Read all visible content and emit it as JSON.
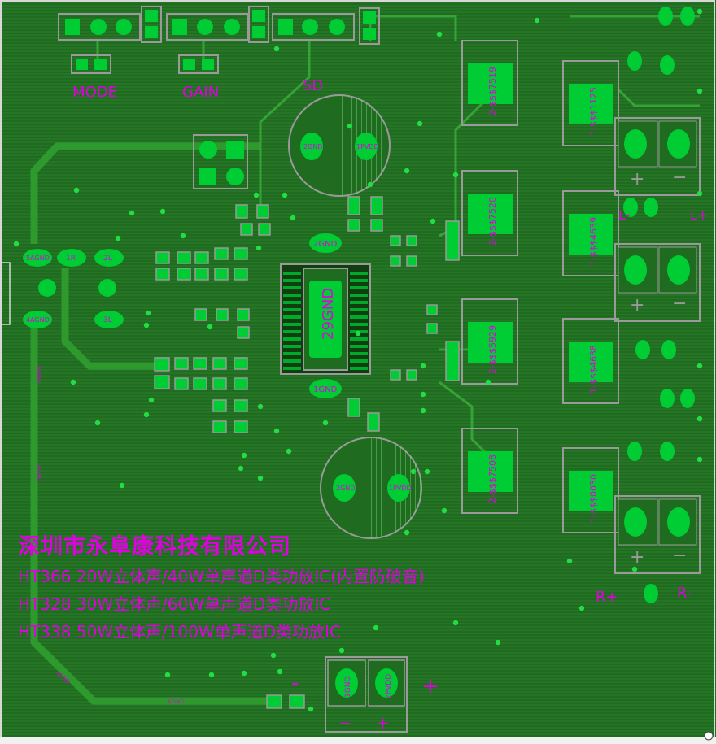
{
  "board": {
    "colors": {
      "copper": "#1f6b1f",
      "trace": "#2a8a2a",
      "pad": "#00cc33",
      "pad_dark": "#009926",
      "silkscreen": "#e000e0",
      "outline": "#9a9a9a",
      "border": "#d8d8d8"
    },
    "labels": {
      "mode": "MODE",
      "gain": "GAIN",
      "sd": "SD",
      "left_plus": "L+",
      "left_minus": "L-",
      "right_plus": "R+",
      "right_minus": "R-",
      "pwr_minus": "-",
      "pwr_plus": "+"
    },
    "pads": {
      "agnd5": "5AGND",
      "ch1r": "1R",
      "ch2l": "2L",
      "agnd4": "4AGND",
      "ch3l": "3L",
      "gnd2": "2GND",
      "gnd29": "29GND",
      "gnd1": "1GND",
      "cap_gnd_a": "2GND",
      "cap_pvdd_a": "1PVDD",
      "cap_gnd_b": "2GND",
      "cap_pvdd_b": "1PVDD",
      "pwr_gnd": "1GND",
      "pwr_pvdd": "2PVDD"
    },
    "inductors": [
      "2-$$$7519",
      "1-$$$1125",
      "2-$$$7520",
      "1-$$$4639",
      "2-$$$5929",
      "1-$$$4638",
      "2-$$$7508",
      "1-$$$0030"
    ],
    "net_labels": [
      "AGND",
      "AGND",
      "AGND",
      "AGND"
    ]
  },
  "info": {
    "company": "深圳市永阜康科技有限公司",
    "ic_lines": [
      "HT366 20W立体声/40W单声道D类功放IC(内置防破音)",
      "HT328 30W立体声/60W单声道D类功放IC",
      "HT338 50W立体声/100W单声道D类功放IC"
    ]
  }
}
